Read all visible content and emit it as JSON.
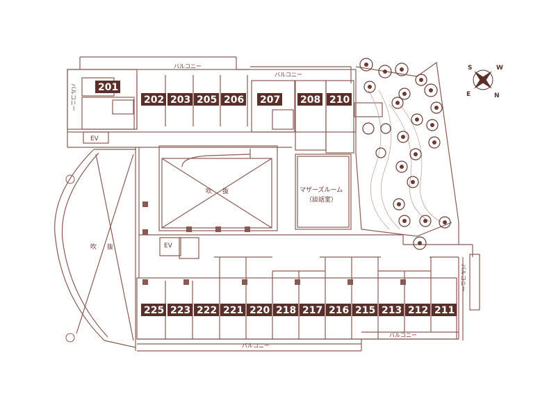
{
  "colors": {
    "wall": "#8a5a52",
    "label_bg": "#5a2f2a",
    "label_text": "#ffffff",
    "tree": "#6b3a33",
    "accent": "#b58a80"
  },
  "rooms": {
    "r201": "201",
    "r202": "202",
    "r203": "203",
    "r205": "205",
    "r206": "206",
    "r207": "207",
    "r208": "208",
    "r210": "210",
    "r225": "225",
    "r223": "223",
    "r222": "222",
    "r221": "221",
    "r220": "220",
    "r218": "218",
    "r217": "217",
    "r216": "216",
    "r215": "215",
    "r213": "213",
    "r212": "212",
    "r211": "211"
  },
  "labels": {
    "balcony": "バルコニー",
    "ev": "EV",
    "atrium_left": "吹",
    "atrium_right": "抜",
    "mothers_room": "マザーズルーム",
    "mothers_room_sub": "（談話室）"
  },
  "compass": {
    "n": "N",
    "s": "S",
    "e": "E",
    "w": "W"
  }
}
